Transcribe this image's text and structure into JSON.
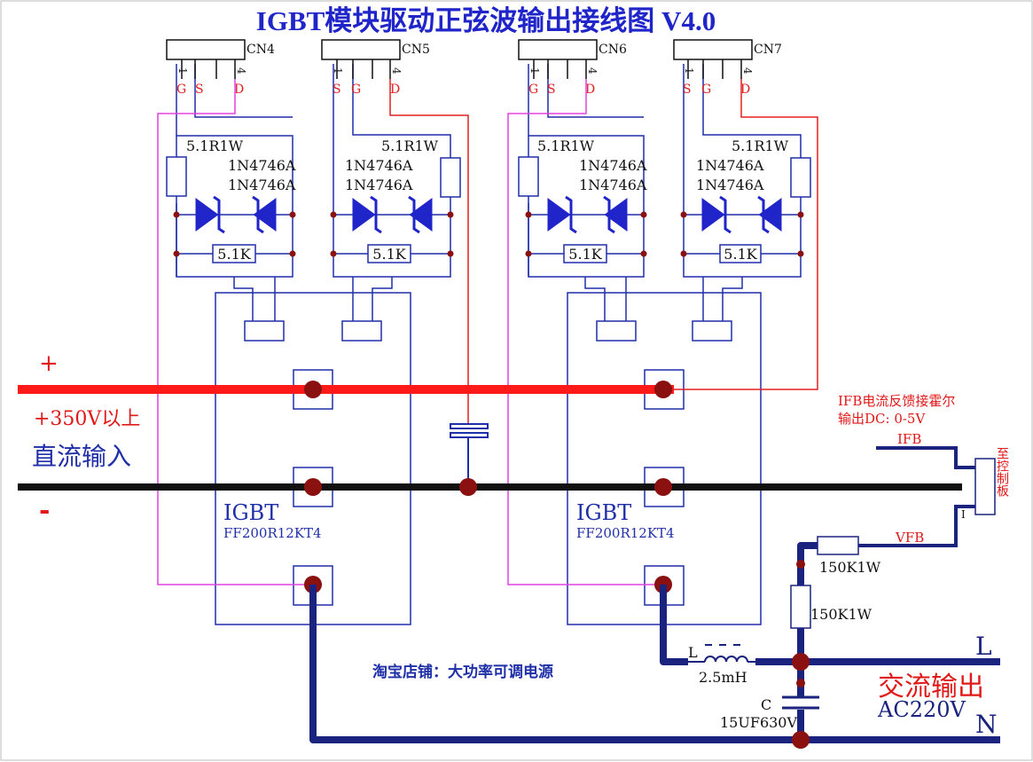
{
  "title": "IGBT模块驱动正弦波输出接线图 V4.0",
  "connectors": [
    {
      "name": "CN4",
      "pins": [
        "G",
        "S",
        "D"
      ],
      "pin_numbers": [
        "1",
        "4"
      ]
    },
    {
      "name": "CN5",
      "pins": [
        "S",
        "G",
        "D"
      ],
      "pin_numbers": [
        "1",
        "4"
      ]
    },
    {
      "name": "CN6",
      "pins": [
        "G",
        "S",
        "D"
      ],
      "pin_numbers": [
        "1",
        "4"
      ]
    },
    {
      "name": "CN7",
      "pins": [
        "S",
        "G",
        "D"
      ],
      "pin_numbers": [
        "1",
        "4"
      ]
    }
  ],
  "gate_resistor": "5.1R1W",
  "zener": "1N4746A",
  "gate_pulldown": "5.1K",
  "igbt": {
    "label": "IGBT",
    "model": "FF200R12KT4"
  },
  "dc_input": {
    "plus": "+",
    "voltage": "+350V以上",
    "label": "直流输入",
    "minus": "-"
  },
  "feedback": {
    "note_line1": "IFB电流反馈接霍尔",
    "note_line2": "输出DC: 0-5V",
    "ifb": "IFB",
    "vfb": "VFB",
    "to_board": "至控制板",
    "pin_i": "I"
  },
  "r_fb1": "150K1W",
  "r_fb2": "150K1W",
  "inductor": {
    "ref": "L",
    "value": "2.5mH"
  },
  "capacitor": {
    "ref": "C",
    "value": "15UF630V"
  },
  "ac_output": {
    "L": "L",
    "N": "N",
    "label": "交流输出",
    "voltage": "AC220V"
  },
  "shop": "淘宝店铺：大功率可调电源",
  "colors": {
    "title": "#1f25c8",
    "dc_plus": "#ff1a1a",
    "dc_minus": "#111111",
    "schematic": "#1f2fa8",
    "gate_pink": "#e040e0",
    "drain_red": "#e02020",
    "node": "#8b1010",
    "zener": "#1f25c8"
  }
}
